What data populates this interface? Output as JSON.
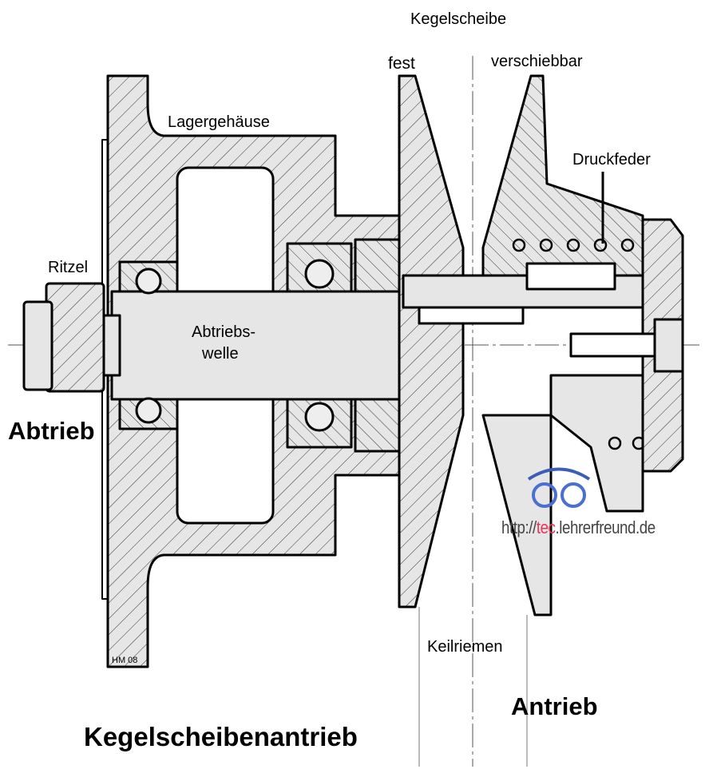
{
  "title": "Kegelscheibenantrieb",
  "labels": {
    "kegelscheibe": "Kegelscheibe",
    "fest": "fest",
    "verschiebbar": "verschiebbar",
    "lagergehaeuse": "Lagergehäuse",
    "druckfeder": "Druckfeder",
    "ritzel": "Ritzel",
    "abtriebswelle_1": "Abtriebs-",
    "abtriebswelle_2": "welle",
    "abtrieb": "Abtrieb",
    "keilriemen": "Keilriemen",
    "antrieb": "Antrieb"
  },
  "watermark": {
    "prefix": "http://",
    "highlight": "tec",
    "suffix": ".lehrerfreund.de",
    "highlight_color": "#e8335a"
  },
  "signature": "HM 08",
  "colors": {
    "fill": "#e6e6e6",
    "line": "#000000"
  }
}
